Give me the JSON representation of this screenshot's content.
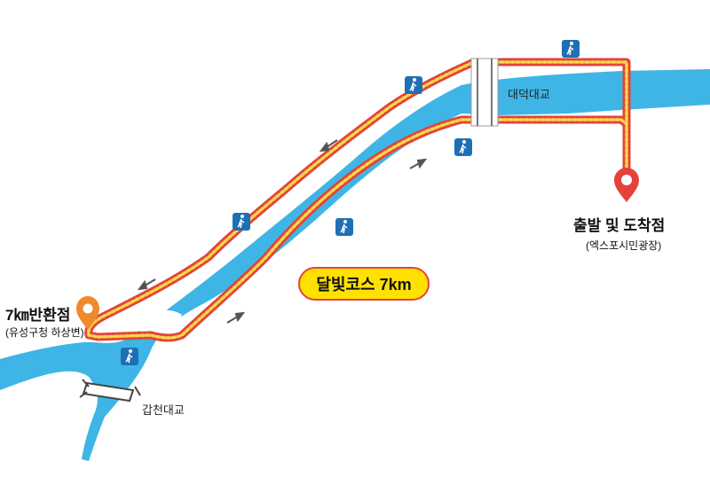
{
  "map": {
    "start_point": {
      "title": "출발 및 도착점",
      "subtitle": "(엑스포시민광장)"
    },
    "turnaround_point": {
      "title": "7㎞반환점",
      "subtitle": "(유성구청 하상변)"
    },
    "course_badge": "달빛코스 7km",
    "bridges": {
      "daedeok": "대덕대교",
      "gapcheon": "갑천대교"
    },
    "colors": {
      "river": "#3fb5e6",
      "route_outer": "#e4433a",
      "route_inner": "#f6d84a",
      "pedestrian_sign": "#1f6fb5",
      "start_marker": "#e4433a",
      "turnaround_marker": "#ee8a2c",
      "badge_fill": "#ffe100"
    },
    "icons": [
      "pedestrian-icon",
      "direction-arrow-icon",
      "location-pin-icon"
    ]
  }
}
